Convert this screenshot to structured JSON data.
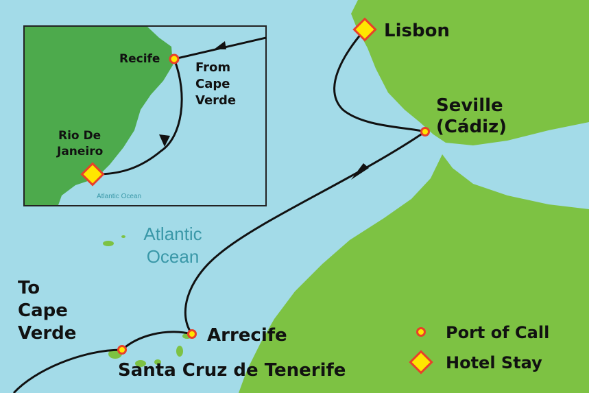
{
  "colors": {
    "ocean": "#a3dbe8",
    "land": "#7dc243",
    "inset_land": "#4daa4c",
    "route": "#111111",
    "port_fill": "#ffe600",
    "port_stroke": "#e8402a"
  },
  "ports": {
    "lisbon": "Lisbon",
    "seville_1": "Seville",
    "seville_2": "(Cádiz)",
    "arrecife": "Arrecife",
    "santa_cruz": "Santa Cruz de Tenerife",
    "to_cape_verde": [
      "To",
      "Cape",
      "Verde"
    ]
  },
  "ocean_label": [
    "Atlantic",
    "Ocean"
  ],
  "inset": {
    "recife": "Recife",
    "rio": [
      "Rio De",
      "Janeiro"
    ],
    "from_cape_verde": [
      "From",
      "Cape",
      "Verde"
    ],
    "ocean": "Atlantic Ocean"
  },
  "legend": {
    "port_of_call": "Port of Call",
    "hotel_stay": "Hotel Stay"
  }
}
